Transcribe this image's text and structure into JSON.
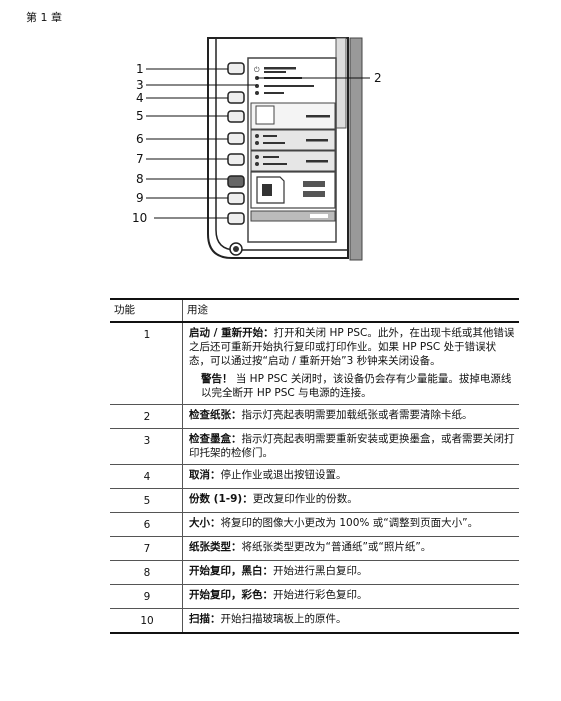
{
  "header": {
    "chapter": "第 1 章"
  },
  "figure": {
    "callouts": [
      "1",
      "2",
      "3",
      "4",
      "5",
      "6",
      "7",
      "8",
      "9",
      "10"
    ]
  },
  "table": {
    "col_function": "功能",
    "col_usage": "用途",
    "rows": [
      {
        "num": "1",
        "term": "启动 / 重新开始：",
        "text": "打开和关闭 HP PSC。此外，在出现卡纸或其他错误之后还可重新开始执行复印或打印作业。如果 HP PSC 处于错误状态，可以通过按“启动 / 重新开始”3 秒钟来关闭设备。",
        "warn_term": "警告！",
        "warn_text": "当 HP PSC 关闭时，该设备仍会存有少量能量。拔掉电源线以完全断开 HP PSC 与电源的连接。"
      },
      {
        "num": "2",
        "term": "检查纸张：",
        "text": "指示灯亮起表明需要加载纸张或者需要清除卡纸。"
      },
      {
        "num": "3",
        "term": "检查墨盒：",
        "text": "指示灯亮起表明需要重新安装或更换墨盒，或者需要关闭打印托架的检修门。"
      },
      {
        "num": "4",
        "term": "取消：",
        "text": "停止作业或退出按钮设置。"
      },
      {
        "num": "5",
        "term": "份数 (1-9)：",
        "text": "更改复印作业的份数。"
      },
      {
        "num": "6",
        "term": "大小：",
        "text": "将复印的图像大小更改为 100% 或“调整到页面大小”。"
      },
      {
        "num": "7",
        "term": "纸张类型：",
        "text": "将纸张类型更改为“普通纸”或“照片纸”。"
      },
      {
        "num": "8",
        "term": "开始复印，黑白：",
        "text": "开始进行黑白复印。"
      },
      {
        "num": "9",
        "term": "开始复印，彩色：",
        "text": "开始进行彩色复印。"
      },
      {
        "num": "10",
        "term": "扫描：",
        "text": "开始扫描玻璃板上的原件。"
      }
    ]
  }
}
